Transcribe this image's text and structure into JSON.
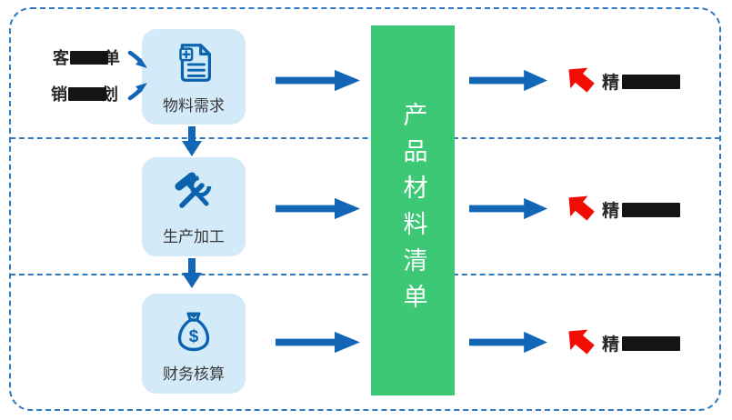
{
  "diagram": {
    "green_bar": {
      "text": "产品材料清单",
      "color": "#3DC875"
    },
    "rows": [
      {
        "box_label": "物料需求",
        "box_icon": "document-plus-icon",
        "output_prefix": "精",
        "output_redacted": true
      },
      {
        "box_label": "生产加工",
        "box_icon": "hammer-wrench-icon",
        "output_prefix": "精",
        "output_redacted": true
      },
      {
        "box_label": "财务核算",
        "box_icon": "money-bag-icon",
        "output_prefix": "精",
        "output_redacted": true
      }
    ],
    "inputs": [
      {
        "prefix": "客",
        "suffix": "单",
        "redacted": true
      },
      {
        "prefix": "销",
        "suffix": "划",
        "redacted": true
      }
    ],
    "colors": {
      "border_blue": "#2E79C0",
      "box_fill": "#D3EAF8",
      "icon_blue": "#0B63AE",
      "arrow_blue": "#1266B5",
      "bar_green": "#3DC875",
      "pointer_red": "#F20D02",
      "redaction_black": "#141414",
      "text_dark": "#262626"
    }
  }
}
